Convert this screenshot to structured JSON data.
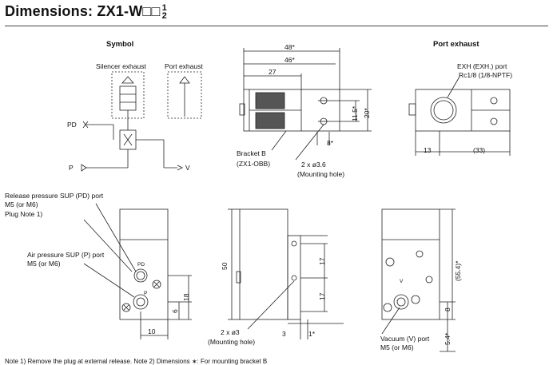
{
  "title": {
    "main": "Dimensions: ZX1-W□□",
    "frac_num": "1",
    "frac_den": "2"
  },
  "symbol": {
    "heading": "Symbol",
    "silencer_exhaust": "Silencer exhaust",
    "port_exhaust": "Port exhaust",
    "pd": "PD",
    "p": "P",
    "v": "V"
  },
  "top_view": {
    "dim_48": "48*",
    "dim_46": "46*",
    "dim_27": "27",
    "dim_11_5": "11.5*",
    "dim_20": "20*",
    "dim_8": "8*",
    "bracket_b": "Bracket B",
    "bracket_code": "(ZX1-OBB)",
    "mount_hole": "2 x ø3.6",
    "mount_hole_label": "(Mounting hole)"
  },
  "port_exhaust_view": {
    "heading": "Port exhaust",
    "exh_port": "EXH (EXH.) port",
    "exh_thread": "Rc1/8 (1/8-NPTF)",
    "dim_13": "13",
    "dim_33": "(33)"
  },
  "front_view": {
    "release_port": "Release pressure SUP (PD) port",
    "release_thread": "M5 (or M6)",
    "plug": "Plug",
    "plug_note": "Note 1)",
    "air_port": "Air pressure SUP (P) port",
    "air_thread": "M5 (or M6)",
    "pd": "PD",
    "p": "P",
    "dim_18": "18",
    "dim_6": "6",
    "dim_10": "10"
  },
  "side_view": {
    "dim_50": "50",
    "dim_17a": "17",
    "dim_17b": "17",
    "mount_hole": "2 x ø3",
    "mount_hole_label": "(Mounting hole)",
    "dim_3": "3",
    "dim_1": "1*"
  },
  "rear_view": {
    "dim_55_4": "(55.4)*",
    "dim_8": "8",
    "dim_5_4": "5.4*",
    "vacuum_port": "Vacuum (V) port",
    "vacuum_thread": "M5 (or M6)",
    "v": "V"
  },
  "footnote": "Note 1) Remove the plug at external release.    Note 2) Dimensions ∗: For mounting bracket B"
}
